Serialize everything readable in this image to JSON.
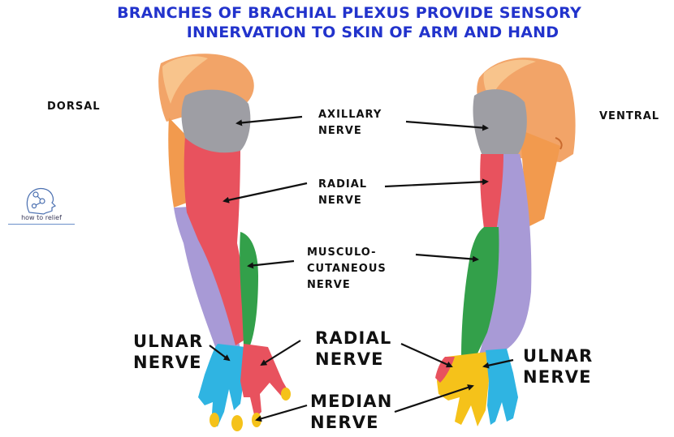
{
  "title": {
    "line1": "BRANCHES OF BRACHIAL PLEXUS PROVIDE SENSORY",
    "line2": "INNERVATION TO SKIN OF ARM AND HAND"
  },
  "views": {
    "left": "DORSAL",
    "right": "VENTRAL"
  },
  "labels": {
    "axillary": [
      "AXILLARY",
      "NERVE"
    ],
    "radial_upper": [
      "RADIAL",
      "NERVE"
    ],
    "musculocutaneous": [
      "MUSCULO-",
      "CUTANEOUS",
      "NERVE"
    ],
    "ulnar_left": [
      "ULNAR",
      "NERVE"
    ],
    "radial_lower": [
      "RADIAL",
      "NERVE"
    ],
    "median": [
      "MEDIAN",
      "NERVE"
    ],
    "ulnar_right": [
      "ULNAR",
      "NERVE"
    ]
  },
  "logo": {
    "text": "how to relief",
    "icon": "head-profile-icon"
  },
  "colors": {
    "title": "#2233cc",
    "skin": "#f2a468",
    "axillary": "#9e9ea4",
    "radial": "#e8525e",
    "musculocutaneous": "#33a04a",
    "ulnar": "#2fb4e2",
    "median": "#f5c21a",
    "medial": "#a89ad6"
  }
}
